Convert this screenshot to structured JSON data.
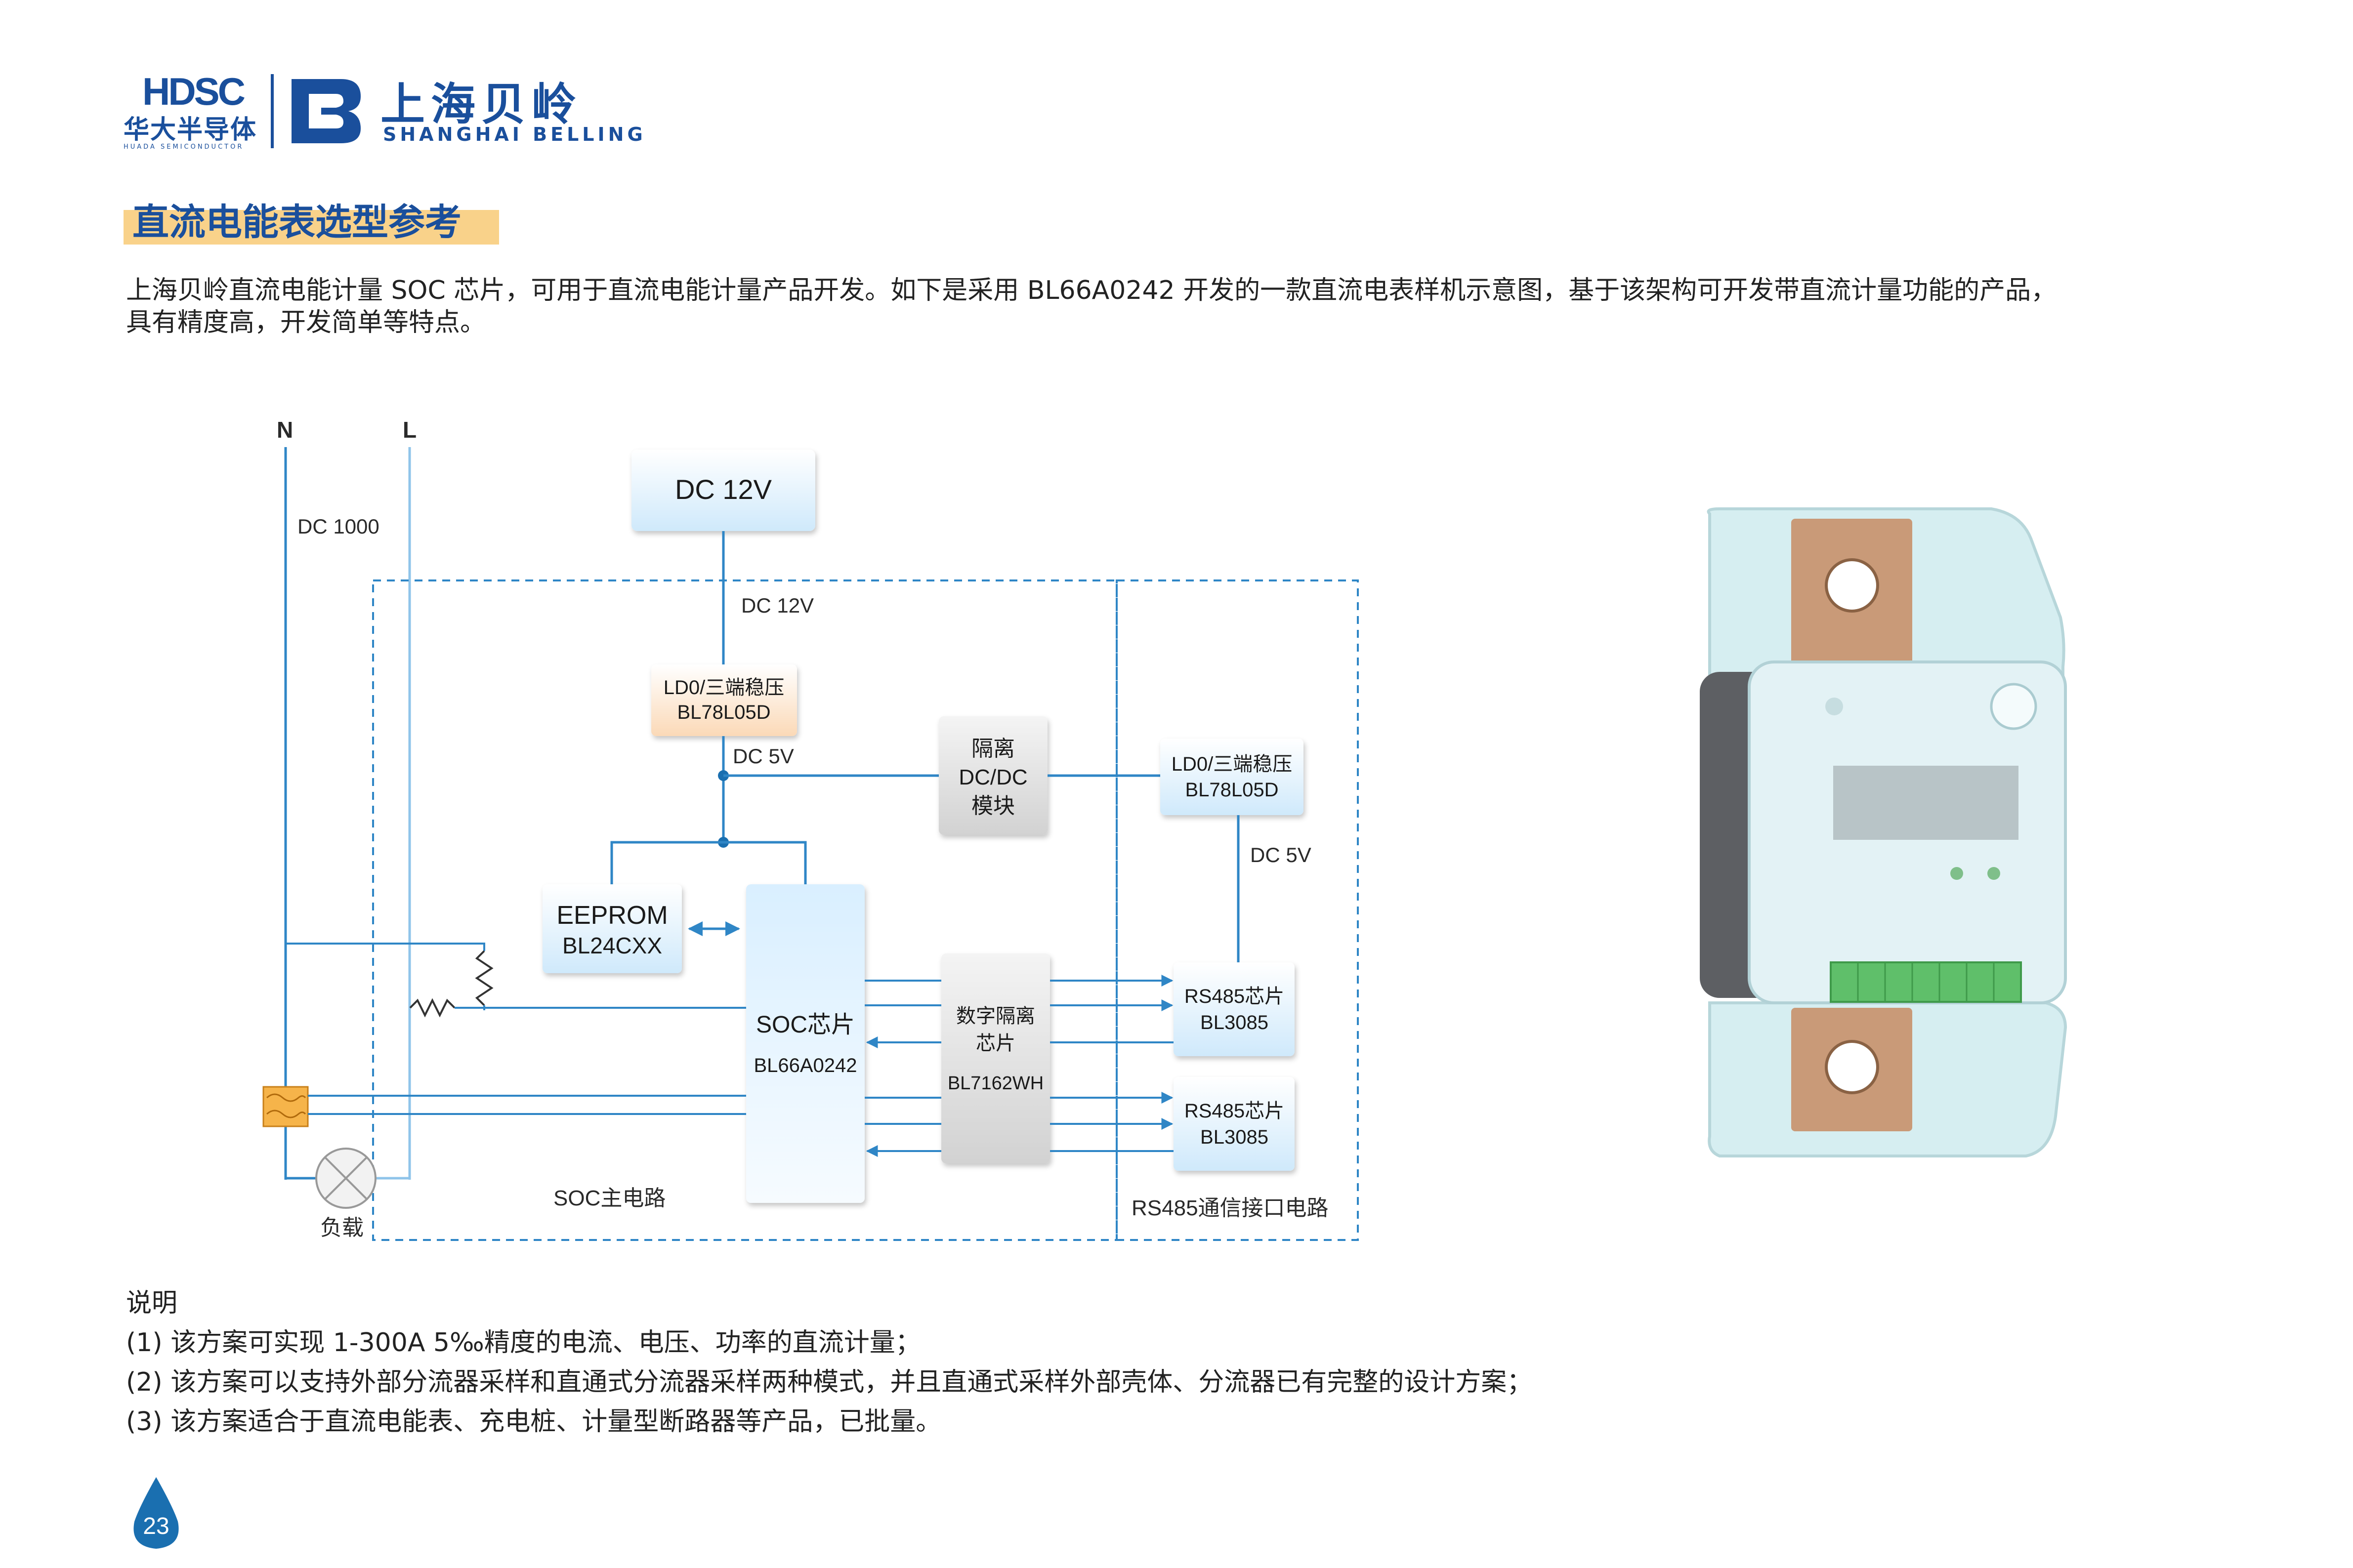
{
  "header": {
    "hdsc_mark": "HDSC",
    "hdsc_cn": "华大半导体",
    "hdsc_en": "HUADA SEMICONDUCTOR",
    "belling_cn": "上海贝岭",
    "belling_en": "SHANGHAI BELLING"
  },
  "title": "直流电能表选型参考",
  "intro": {
    "line1": "上海贝岭直流电能计量 SOC 芯片，可用于直流电能计量产品开发。如下是采用 BL66A0242 开发的一款直流电表样机示意图，基于该架构可开发带直流计量功能的产品，",
    "line2": "具有精度高，开发简单等特点。"
  },
  "diagram": {
    "n_label": "N",
    "l_label": "L",
    "dc1000": "DC 1000",
    "dc12v_box": "DC 12V",
    "dc12v_line": "DC 12V",
    "ldo1_line1": "LD0/三端稳压",
    "ldo1_line2": "BL78L05D",
    "dc5v_1": "DC 5V",
    "iso_line1": "隔离",
    "iso_line2": "DC/DC",
    "iso_line3": "模块",
    "ldo2_line1": "LD0/三端稳压",
    "ldo2_line2": "BL78L05D",
    "dc5v_2": "DC 5V",
    "eeprom_line1": "EEPROM",
    "eeprom_line2": "BL24CXX",
    "soc_line1": "SOC芯片",
    "soc_line2": "BL66A0242",
    "digiso_line1": "数字隔离",
    "digiso_line2": "芯片",
    "digiso_line3": "BL7162WH",
    "rs485a_line1": "RS485芯片",
    "rs485a_line2": "BL3085",
    "rs485b_line1": "RS485芯片",
    "rs485b_line2": "BL3085",
    "load": "负载",
    "soc_main": "SOC主电路",
    "rs485_region": "RS485通信接口电路"
  },
  "notes": {
    "heading": "说明",
    "items": [
      "(1) 该方案可实现 1-300A 5‰精度的电流、电压、功率的直流计量；",
      "(2) 该方案可以支持外部分流器采样和直通式分流器采样两种模式，并且直通式采样外部壳体、分流器已有完整的设计方案；",
      "(3) 该方案适合于直流电能表、充电桩、计量型断路器等产品，已批量。"
    ]
  },
  "page_number": "23",
  "colors": {
    "brand": "#1a4f9c",
    "title_highlight": "#f9d28a",
    "line": "#2f86c6",
    "ldo_box": "#fde5cc",
    "blue_box": "#dcefff",
    "gray_box": "#e8e8e8"
  }
}
